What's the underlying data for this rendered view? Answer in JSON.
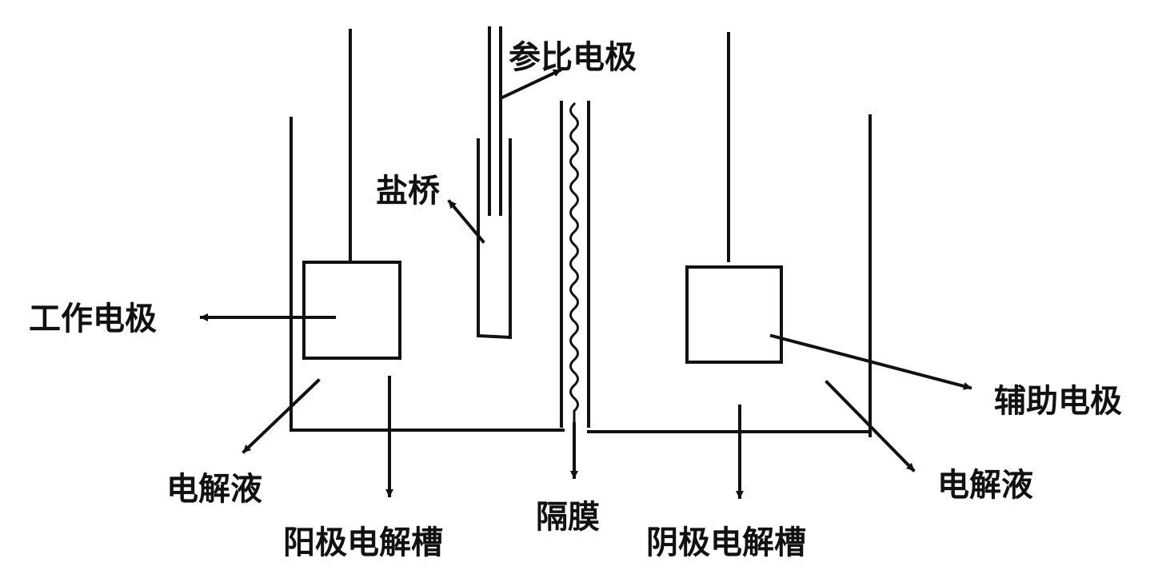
{
  "labels": {
    "reference_electrode": "参比电极",
    "salt_bridge": "盐桥",
    "working_electrode": "工作电极",
    "auxiliary_electrode": "辅助电极",
    "electrolyte_left": "电解液",
    "electrolyte_right": "电解液",
    "anode_cell": "阳极电解槽",
    "cathode_cell": "阴极电解槽",
    "membrane": "隔膜"
  },
  "colors": {
    "ink": "#111111",
    "background": "#ffffff"
  }
}
